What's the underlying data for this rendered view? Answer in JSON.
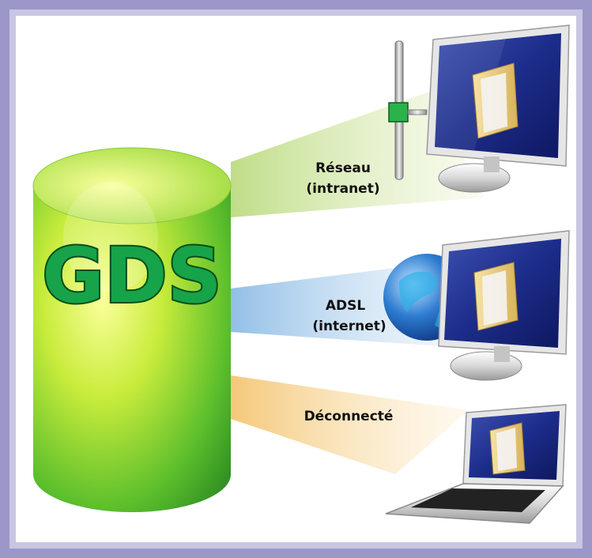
{
  "database": {
    "label": "GDS",
    "colors": {
      "body_top": "#f2ff7a",
      "body_mid": "#b5e332",
      "body_bottom": "#3aa82a",
      "text_fill": "#16a34a",
      "text_outline": "#064e1a"
    }
  },
  "connections": [
    {
      "id": "network",
      "label_line1": "Réseau",
      "label_line2": "(intranet)",
      "beam_color": "#cfe6a0",
      "device": "desktop-monitor",
      "extra_icon": "network-switch-icon"
    },
    {
      "id": "adsl",
      "label_line1": "ADSL",
      "label_line2": "(internet)",
      "beam_color": "#a9cdea",
      "device": "desktop-monitor",
      "extra_icon": "globe-icon"
    },
    {
      "id": "offline",
      "label_line1": "Déconnecté",
      "label_line2": "",
      "beam_color": "#f6d38a",
      "device": "laptop",
      "extra_icon": ""
    }
  ],
  "frame": {
    "outer_color": "#9c97c9",
    "inner_color": "#c9c6e3"
  }
}
